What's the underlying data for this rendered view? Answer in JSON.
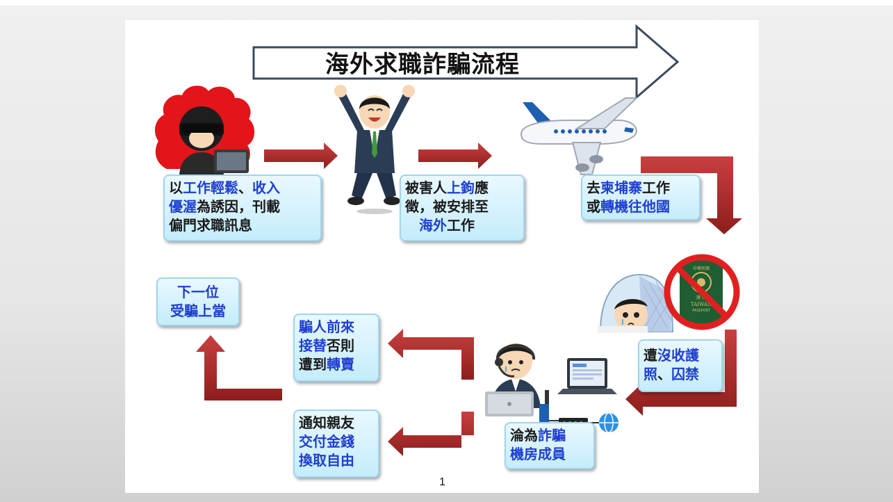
{
  "title": "海外求職詐騙流程",
  "page_number": "1",
  "colors": {
    "arrow_red": "#b52a2a",
    "box_fill": "#c5ecfb",
    "highlight_blue": "#1f3fd0",
    "stop_red": "#e02020"
  },
  "steps": [
    {
      "id": "step1",
      "lines": [
        [
          {
            "t": "以",
            "h": false
          },
          {
            "t": "工作輕鬆",
            "h": true
          },
          {
            "t": "、",
            "h": false
          },
          {
            "t": "收入",
            "h": true
          }
        ],
        [
          {
            "t": "優渥",
            "h": true
          },
          {
            "t": "為誘因，刊載",
            "h": false
          }
        ],
        [
          {
            "t": "偏門求職訊息",
            "h": false
          }
        ]
      ]
    },
    {
      "id": "step2",
      "lines": [
        [
          {
            "t": "被害人",
            "h": false
          },
          {
            "t": "上鉤",
            "h": true
          },
          {
            "t": "應",
            "h": false
          }
        ],
        [
          {
            "t": "徵，被安排至",
            "h": false
          }
        ],
        [
          {
            "t": "海外",
            "h": true
          },
          {
            "t": "工作",
            "h": false
          }
        ]
      ]
    },
    {
      "id": "step3",
      "lines": [
        [
          {
            "t": "去",
            "h": false
          },
          {
            "t": "柬埔寨",
            "h": true
          },
          {
            "t": "工作",
            "h": false
          }
        ],
        [
          {
            "t": "或",
            "h": false
          },
          {
            "t": "轉機往他國",
            "h": true
          }
        ]
      ]
    },
    {
      "id": "step4",
      "lines": [
        [
          {
            "t": "遭",
            "h": false
          },
          {
            "t": "沒收護",
            "h": true
          }
        ],
        [
          {
            "t": "照",
            "h": true
          },
          {
            "t": "、",
            "h": false
          },
          {
            "t": "囚禁",
            "h": true
          }
        ]
      ]
    },
    {
      "id": "step5",
      "lines": [
        [
          {
            "t": "淪為",
            "h": false
          },
          {
            "t": "詐騙",
            "h": true
          }
        ],
        [
          {
            "t": "機房成員",
            "h": true
          }
        ]
      ]
    },
    {
      "id": "step6a",
      "lines": [
        [
          {
            "t": "騙人前來",
            "h": true
          }
        ],
        [
          {
            "t": "接替",
            "h": true
          },
          {
            "t": "否則",
            "h": false
          }
        ],
        [
          {
            "t": "遭到",
            "h": false
          },
          {
            "t": "轉賣",
            "h": true
          }
        ]
      ]
    },
    {
      "id": "step6b",
      "lines": [
        [
          {
            "t": "通知親友",
            "h": false
          }
        ],
        [
          {
            "t": "交付金錢",
            "h": true
          }
        ],
        [
          {
            "t": "換取自由",
            "h": true
          }
        ]
      ]
    },
    {
      "id": "step7",
      "lines": [
        [
          {
            "t": "下一位",
            "h": true
          }
        ],
        [
          {
            "t": "受騙上當",
            "h": true
          }
        ]
      ]
    }
  ],
  "passport": {
    "line1": "中華民國",
    "line2": "護 照",
    "line3": "TAIWAN",
    "line4": "PASSPORT"
  }
}
